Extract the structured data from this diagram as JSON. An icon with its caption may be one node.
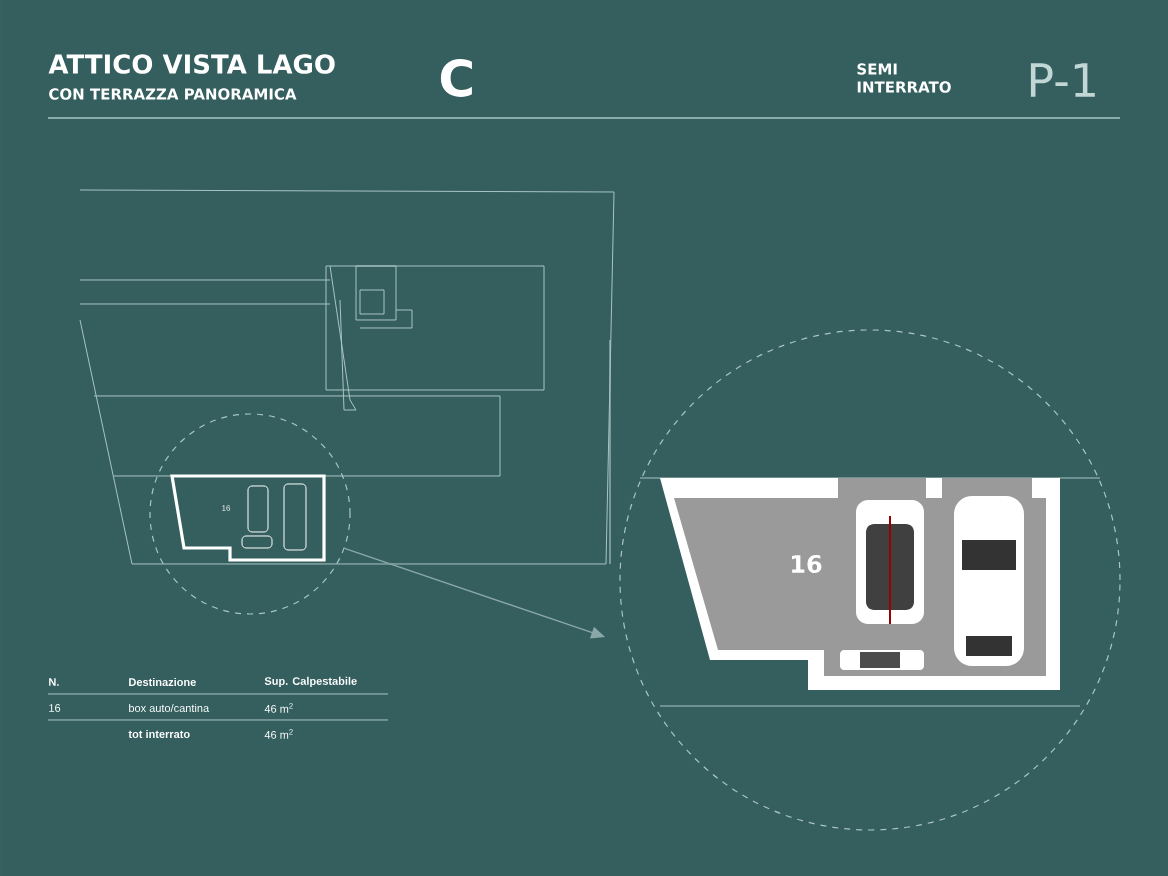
{
  "diagram": {
    "nodes": [
      {
        "text": [
          "16"
        ]
      },
      {
        "text": [
          "16"
        ]
      }
    ],
    "edges": [
      {
        "from": 0,
        "to": 1,
        "arrow": "to"
      }
    ],
    "labels": [
      "ATTICO VISTA LAGO",
      "CON TERRAZZA PANORAMICA",
      "C",
      "SEMI INTERRATO",
      "P-1",
      "N.",
      "Destinazione",
      "Sup. Calpestabile",
      "16",
      "box auto/cantina",
      "46 m$^{2}$",
      "tot interrato",
      "46 m$^{2}$"
    ]
  }
}
